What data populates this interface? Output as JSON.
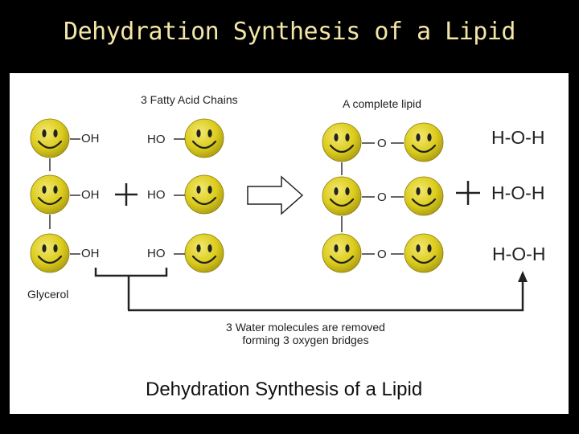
{
  "slide": {
    "title": "Dehydration Synthesis of a Lipid"
  },
  "diagram": {
    "fatty_acids_label": "3 Fatty Acid Chains",
    "complete_lipid_label": "A complete lipid",
    "glycerol_label": "Glycerol",
    "hydroxyl": "OH",
    "hydroxyl_reverse": "HO",
    "oxygen": "O",
    "plus_sign": "+",
    "water": "H-O-H",
    "caption_line1": "3 Water molecules are removed",
    "caption_line2": "forming 3 oxygen bridges",
    "bottom_title": "Dehydration Synthesis of a Lipid",
    "colors": {
      "smiley_face": "#dccc1c",
      "smiley_outline": "#8a7a10",
      "title_text": "#f3e6a8",
      "background": "#000000",
      "panel": "#ffffff"
    },
    "icons": [
      "smiley-face-icon",
      "right-arrow-icon",
      "plus-icon"
    ]
  }
}
